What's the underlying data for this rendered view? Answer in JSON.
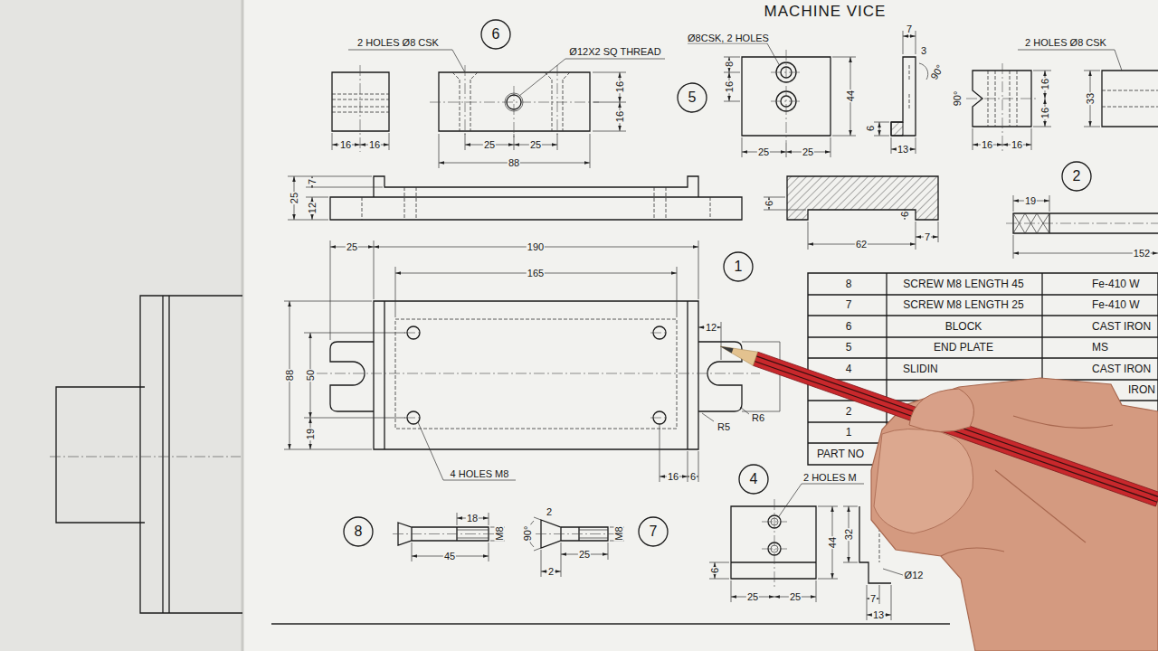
{
  "diagram": {
    "title": "MACHINE VICE",
    "nodes": [
      {
        "text": [
          "6"
        ]
      },
      {
        "text": [
          "5"
        ]
      },
      {
        "text": [
          "2"
        ]
      },
      {
        "text": [
          "1"
        ]
      },
      {
        "text": [
          "4"
        ]
      },
      {
        "text": [
          "8"
        ]
      },
      {
        "text": [
          "7"
        ]
      }
    ],
    "labels": [
      "2 HOLES Ø8 CSK",
      "Ø12X2 SQ THREAD",
      "16",
      "16",
      "16",
      "16",
      "25",
      "25",
      "88",
      "Ø8CSK, 2 HOLES",
      "16",
      "8",
      "44",
      "25",
      "25",
      "7",
      "3",
      "90°",
      "6",
      "13",
      "2 HOLES Ø8 CSK",
      "90°",
      "16",
      "16",
      "16",
      "16",
      "33",
      "25",
      "7",
      "12",
      "6",
      "6",
      "62",
      "7",
      "19",
      "152",
      "25",
      "190",
      "165",
      "88",
      "50",
      "19",
      "12",
      "R5",
      "R6",
      "16",
      "6",
      "4 HOLES M8",
      "8",
      "SCREW M8 LENGTH 45",
      "Fe-410 W",
      "7",
      "SCREW M8 LENGTH 25",
      "Fe-410 W",
      "6",
      "BLOCK",
      "CAST IRON",
      "5",
      "END PLATE",
      "MS",
      "4",
      "SLIDIN",
      "CAST IRON",
      "IRON",
      "2",
      "1",
      "PART NO",
      "18",
      "45",
      "M8",
      "90°",
      "2",
      "25",
      "2",
      "M8",
      "2 HOLES M",
      "44",
      "6",
      "25",
      "25",
      "32",
      "Ø12",
      "7",
      "13"
    ]
  }
}
